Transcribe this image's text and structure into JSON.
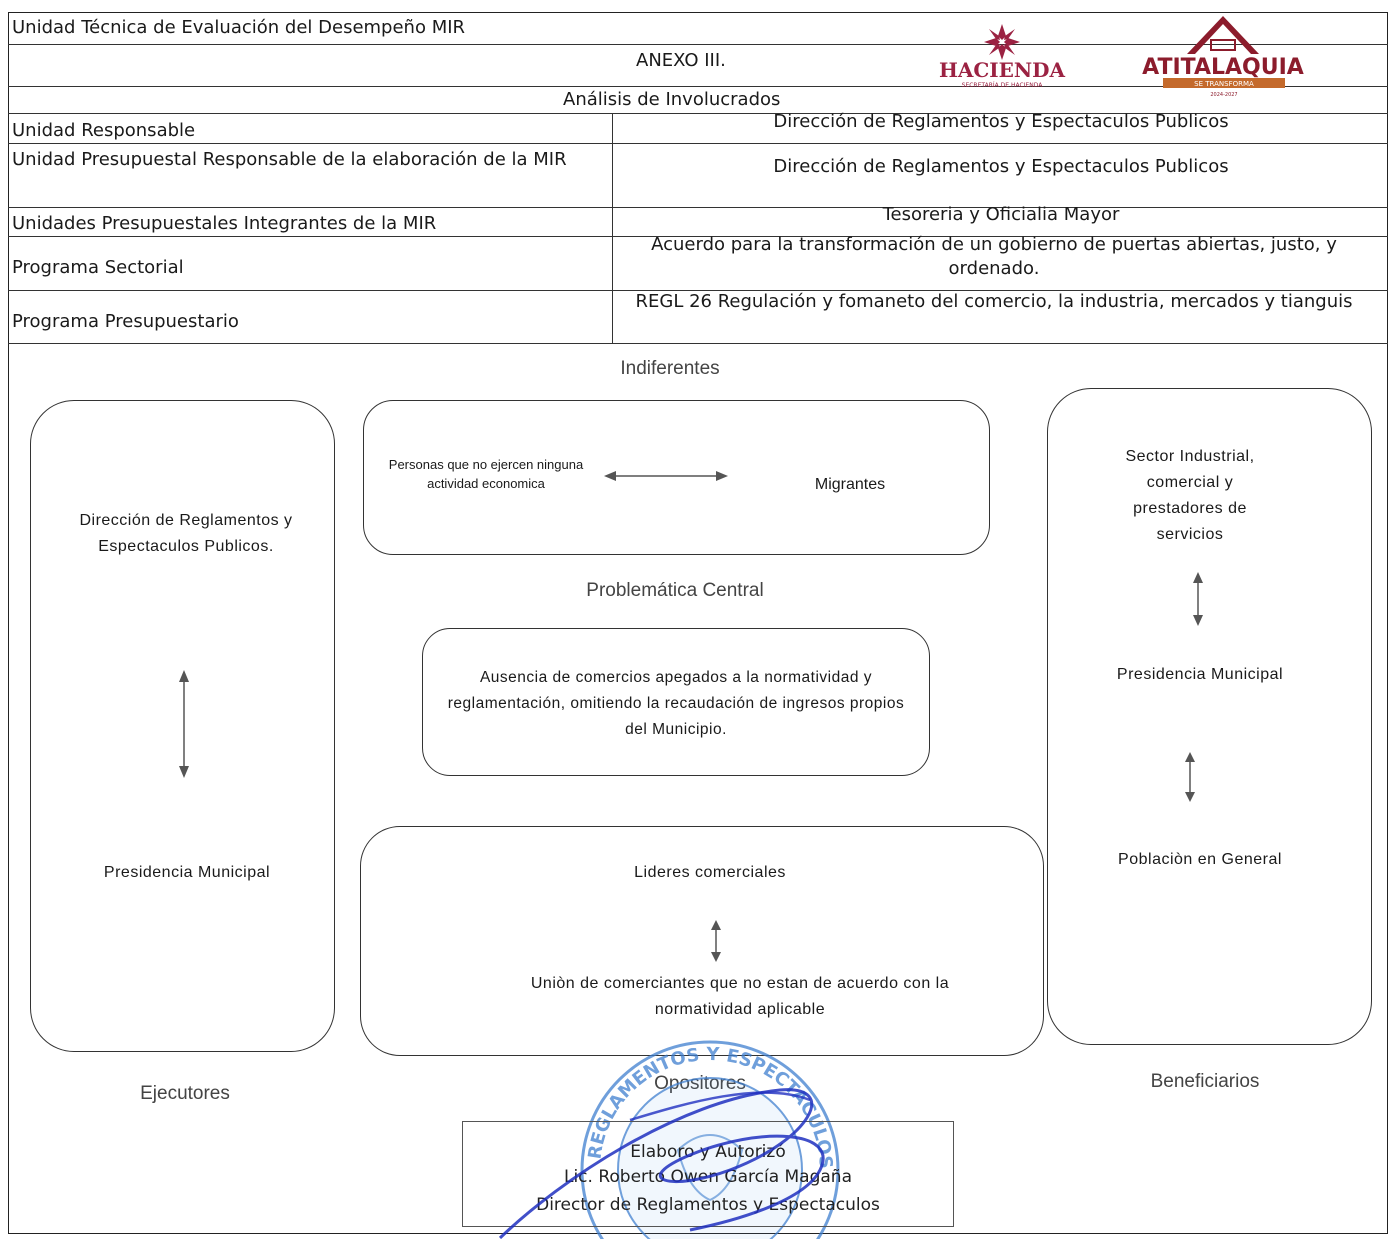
{
  "header": {
    "unit_title": "Unidad Técnica de Evaluación del Desempeño MIR",
    "annex": "ANEXO III.",
    "subtitle": "Análisis de Involucrados",
    "logo_hacienda": "HACIENDA",
    "logo_hacienda_sub": "SECRETARÍA DE HACIENDA",
    "logo_atitalaquia": "ATITALAQUIA",
    "logo_atitalaquia_sub": "SE TRANSFORMA",
    "logo_atitalaquia_years": "2024-2027"
  },
  "table": {
    "rows": [
      {
        "label": "Unidad Responsable",
        "value": "Dirección de Reglamentos y Espectaculos Publicos"
      },
      {
        "label": "Unidad Presupuestal Responsable de la elaboración de la MIR",
        "value": "Dirección de Reglamentos y Espectaculos Publicos"
      },
      {
        "label": "Unidades Presupuestales Integrantes de  la MIR",
        "value": "Tesoreria y Oficialia Mayor"
      },
      {
        "label": "Programa Sectorial",
        "value": "Acuerdo para la transformación de un gobierno de puertas abiertas, justo, y ordenado."
      },
      {
        "label": "Programa Presupuestario",
        "value": "REGL 26 Regulación y fomaneto del comercio, la industria, mercados y tianguis"
      }
    ]
  },
  "diagram": {
    "indiferentes_title": "Indiferentes",
    "indiferentes_left": "Personas que no ejercen ninguna actividad economica",
    "indiferentes_right": "Migrantes",
    "problematica_title": "Problemática Central",
    "problematica_text": "Ausencia de comercios apegados a la normatividad y reglamentación, omitiendo la recaudación de ingresos propios del Municipio.",
    "ejecutores_top": "Dirección de Reglamentos y Espectaculos Publicos.",
    "ejecutores_bottom": "Presidencia Municipal",
    "ejecutores_title": "Ejecutores",
    "opositores_top": "Lideres comerciales",
    "opositores_bottom": "Uniòn de comerciantes que no estan de acuerdo con la normatividad aplicable",
    "opositores_title": "Opositores",
    "beneficiarios_top": "Sector Industrial, comercial y prestadores de servicios",
    "beneficiarios_mid": "Presidencia Municipal",
    "beneficiarios_bottom": "Poblaciòn en General",
    "beneficiarios_title": "Beneficiarios"
  },
  "signature": {
    "line1": "Elaboro y Autorizó",
    "line2": "Lic. Roberto Owen García Magaña",
    "line3": "Director de Reglamentos y Espectaculos"
  },
  "stamp": {
    "text": "REGLAMENTOS Y ESPECTACULOS PUBLICOS"
  },
  "colors": {
    "hacienda_red": "#9b2242",
    "atitalaquia_red": "#8c1c2c",
    "stamp_blue": "#3f7fcf",
    "signature_blue": "#2030c0"
  }
}
